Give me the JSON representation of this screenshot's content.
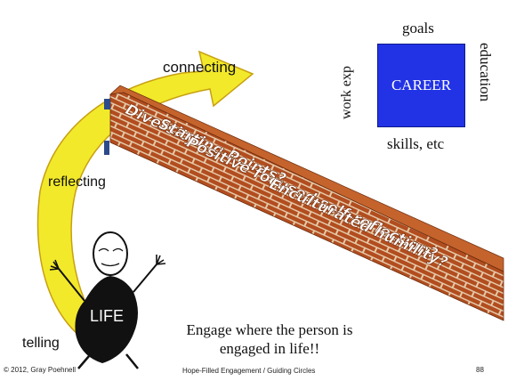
{
  "labels": {
    "connecting": "connecting",
    "reflecting": "reflecting",
    "telling": "telling",
    "life": "LIFE"
  },
  "career": {
    "title": "goals",
    "box": "CAREER",
    "left": "work exp",
    "right": "education",
    "bottom": "skills, etc"
  },
  "wall": {
    "lines": [
      "Diversity?",
      "Starting Points?",
      "Positive focused self-reflection?",
      "Enculturated humility?"
    ]
  },
  "engage_text": [
    "Engage where the person is",
    "engaged in life!!"
  ],
  "footer": {
    "copyright": "© 2012, Gray Poehnell",
    "center": "Hope-Filled Engagement / Guiding Circles",
    "page": "88"
  },
  "colors": {
    "arrow": "#f2e92a",
    "arrow_outline": "#c7a010",
    "brick": "#b24d1f",
    "mortar": "#e4c9a8",
    "career_box": "#2233e6"
  }
}
